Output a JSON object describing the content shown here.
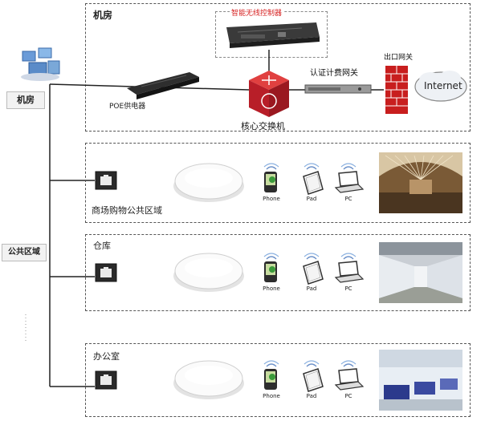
{
  "machine_room": {
    "box_title": "机房",
    "side_label": "机房",
    "controller_label": "智能无线控制器",
    "poe_label": "POE供电器",
    "core_switch_label": "核心交换机",
    "auth_gateway_label": "认证计费网关",
    "exit_gateway_label": "出口网关",
    "internet_label": "Internet"
  },
  "public_area": {
    "side_label": "公共区域"
  },
  "zones": [
    {
      "title": "商场购物公共区域",
      "devices": [
        "Phone",
        "Pad",
        "PC"
      ],
      "photo": "shopping-mall-photo"
    },
    {
      "title": "仓库",
      "devices": [
        "Phone",
        "Pad",
        "PC"
      ],
      "photo": "warehouse-photo"
    },
    {
      "title": "办公室",
      "devices": [
        "Phone",
        "Pad",
        "PC"
      ],
      "photo": "office-photo"
    }
  ],
  "colors": {
    "controller_label": "#d62020",
    "firewall": "#c81e1e",
    "switch": "#c0202a"
  }
}
